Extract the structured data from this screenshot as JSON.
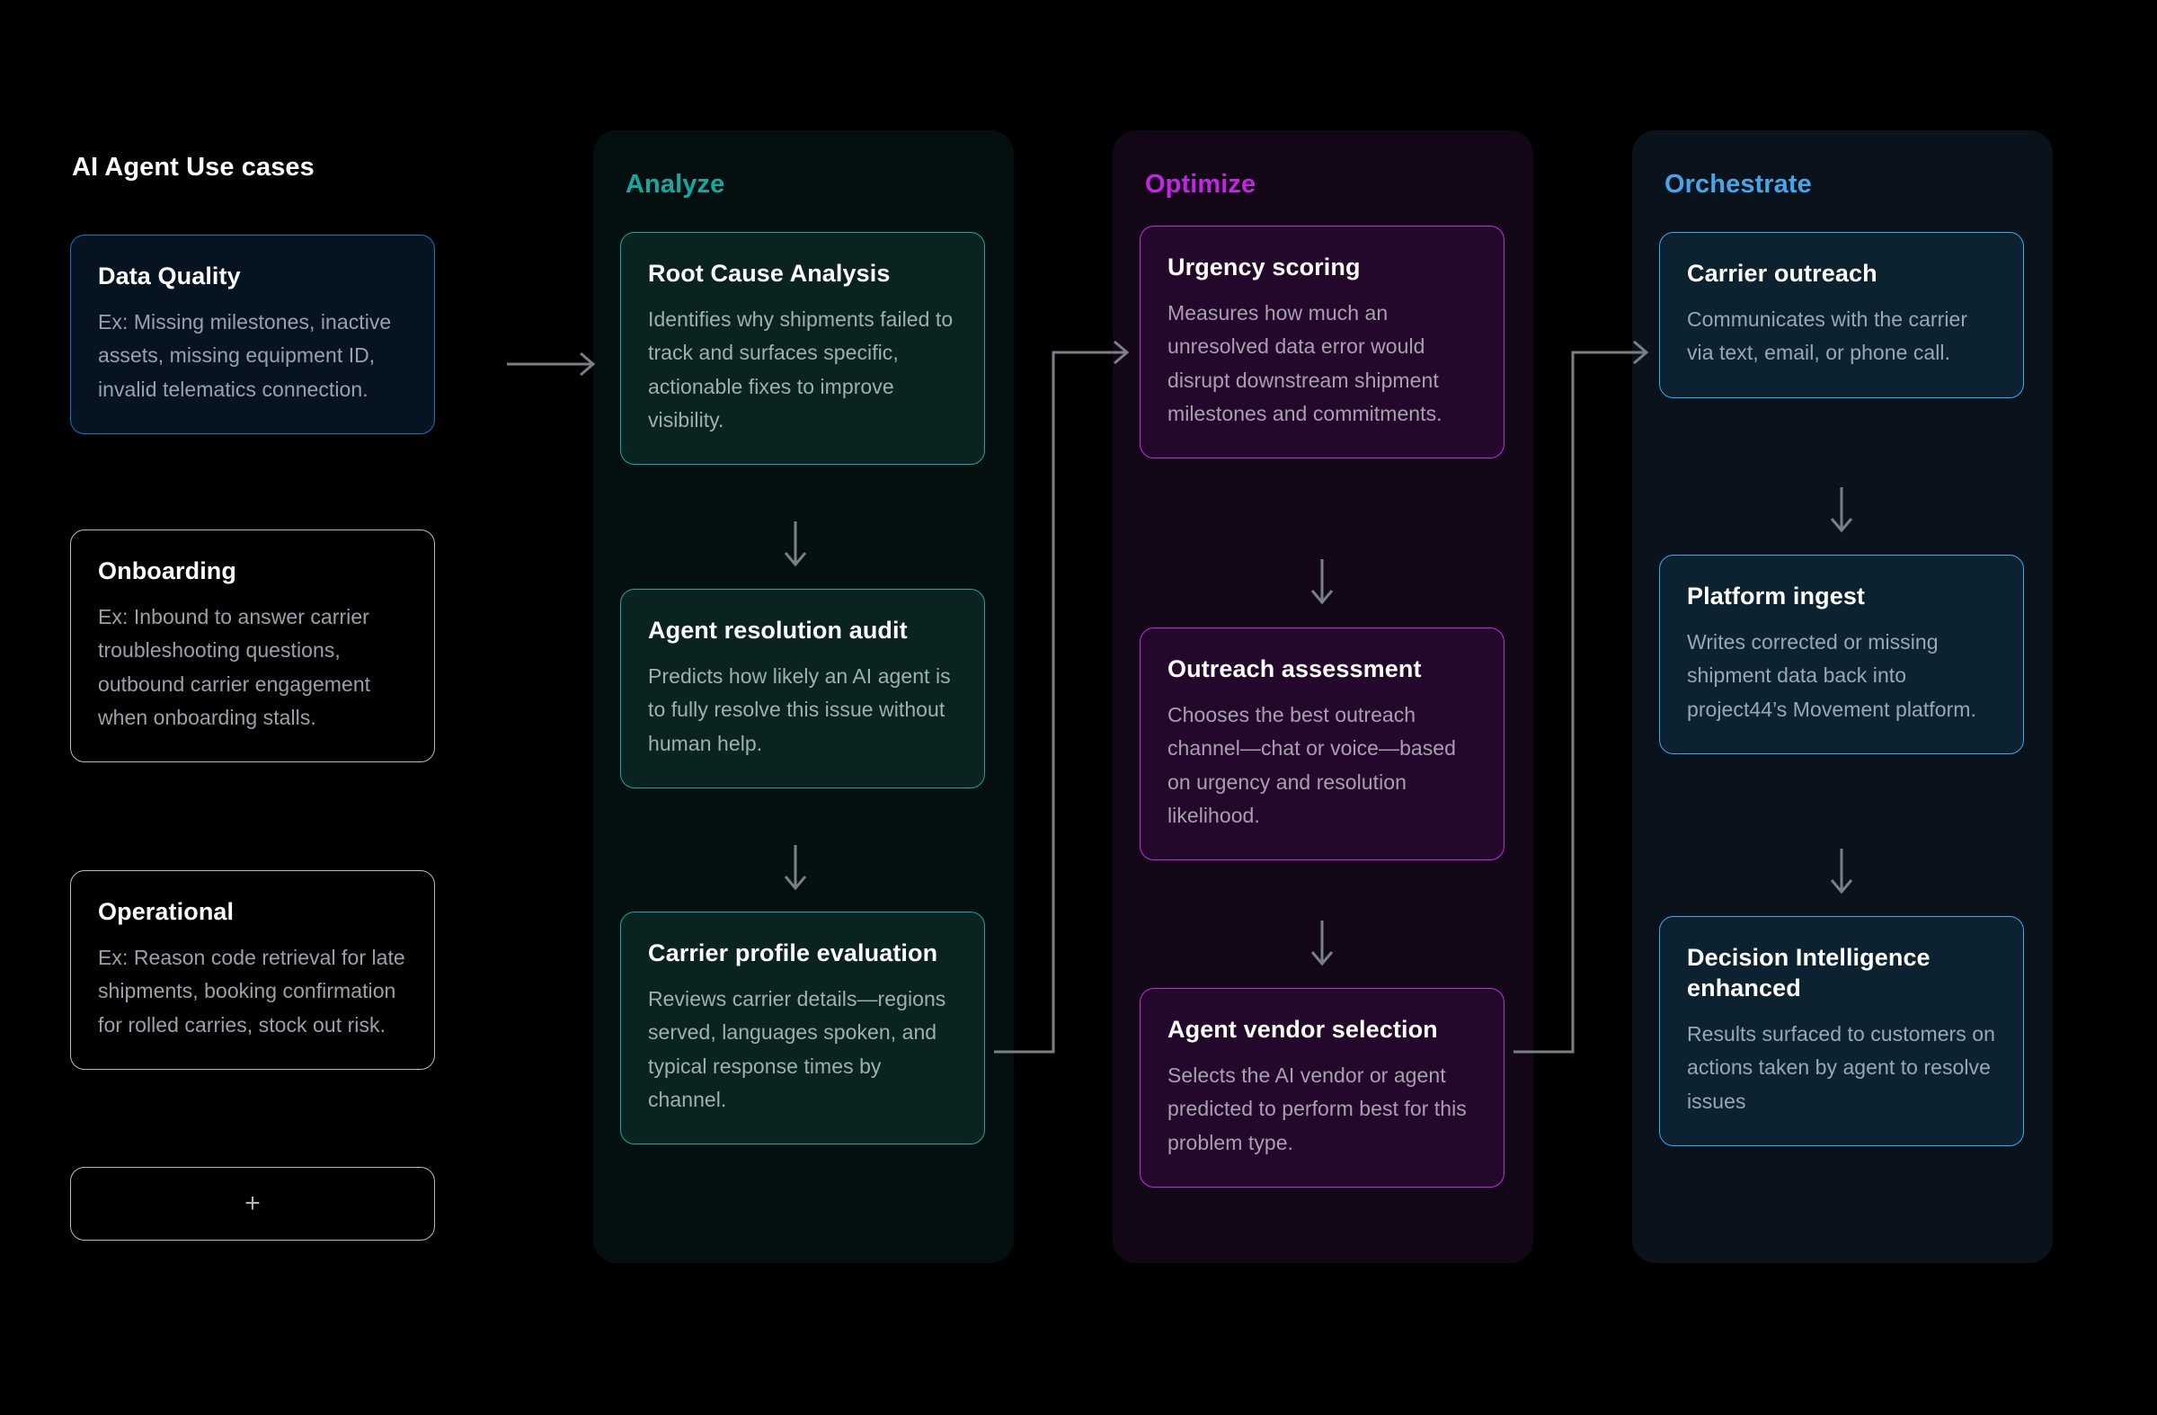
{
  "columns": {
    "usecases": {
      "title": "AI Agent Use cases",
      "cards": [
        {
          "title": "Data Quality",
          "desc": "Ex: Missing milestones, inactive assets, missing equipment ID, invalid telematics connection."
        },
        {
          "title": "Onboarding",
          "desc": "Ex: Inbound to answer carrier troubleshooting questions, outbound carrier engagement when onboarding stalls."
        },
        {
          "title": "Operational",
          "desc": "Ex: Reason code retrieval for late shipments, booking confirmation for rolled carries, stock out risk."
        }
      ],
      "add_label": "+"
    },
    "analyze": {
      "title": "Analyze",
      "accent": "#16a8a0",
      "cards": [
        {
          "title": "Root Cause Analysis",
          "desc": "Identifies why shipments failed to track and surfaces specific, actionable fixes to improve visibility."
        },
        {
          "title": "Agent resolution audit",
          "desc": "Predicts how likely an AI agent is to fully resolve this issue without human help."
        },
        {
          "title": "Carrier profile evaluation",
          "desc": "Reviews carrier details—regions served, languages spoken, and typical response times by channel."
        }
      ]
    },
    "optimize": {
      "title": "Optimize",
      "accent": "#c028e0",
      "cards": [
        {
          "title": "Urgency scoring",
          "desc": "Measures how much an unresolved data error would disrupt downstream shipment milestones and commitments."
        },
        {
          "title": "Outreach assessment",
          "desc": "Chooses the best outreach channel—chat or voice—based on urgency and resolution likelihood."
        },
        {
          "title": "Agent vendor selection",
          "desc": "Selects the AI vendor or agent predicted to perform best for this problem type."
        }
      ]
    },
    "orchestrate": {
      "title": "Orchestrate",
      "accent": "#47a6e8",
      "cards": [
        {
          "title": "Carrier outreach",
          "desc": "Communicates with the carrier via text, email, or phone call."
        },
        {
          "title": "Platform ingest",
          "desc": "Writes corrected or missing shipment data back into project44’s Movement platform."
        },
        {
          "title": "Decision Intelligence enhanced",
          "desc": "Results surfaced to customers on actions taken by agent to resolve issues"
        }
      ]
    }
  },
  "connectors": {
    "arrow_color": "#7a7f85",
    "usecases_to_analyze": "arrow-right",
    "analyze_to_optimize": "elbow-up-right",
    "optimize_to_orchestrate": "elbow-up-right",
    "intra_column": "arrow-down"
  }
}
